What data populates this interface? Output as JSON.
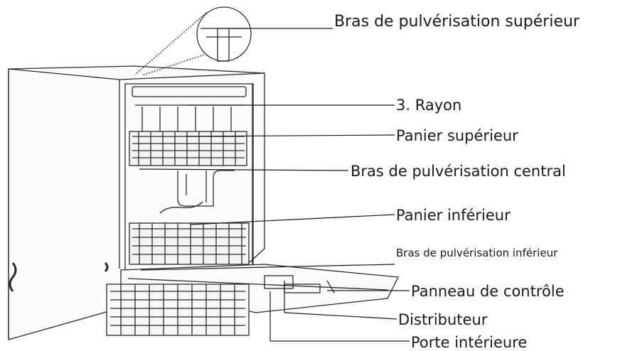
{
  "labels": {
    "upper_spray_arm": "Bras de pulvérisation supérieur",
    "rack_3": "3. Rayon",
    "upper_basket": "Panier supérieur",
    "central_spray_arm": "Bras de pulvérisation central",
    "lower_basket": "Panier inférieur",
    "lower_spray_arm": "Bras de pulvérisation inférieur",
    "control_panel": "Panneau de contrôle",
    "dispenser": "Distributeur",
    "inner_door": "Porte intérieure"
  },
  "colors": {
    "line": "#1a1a1a",
    "background": "#ffffff"
  }
}
